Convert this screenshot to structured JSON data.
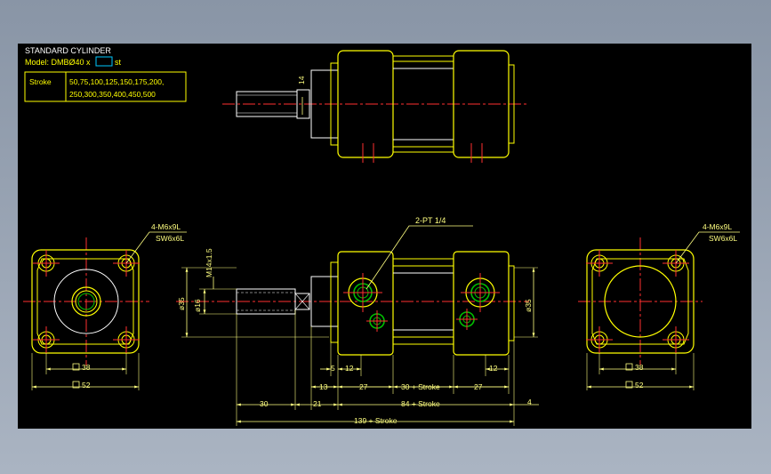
{
  "title_block": {
    "title": "STANDARD  CYLINDER",
    "model_prefix": "Model: DMBØ40 x",
    "model_suffix": "st",
    "stroke_label": "Stroke",
    "stroke_values_line1": "50,75,100,125,150,175,200,",
    "stroke_values_line2": "250,300,350,400,450,500"
  },
  "callouts": {
    "mount_left_line1": "4-M6x9L",
    "mount_left_line2": "SW6x6L",
    "mount_right_line1": "4-M6x9L",
    "mount_right_line2": "SW6x6L",
    "port": "2-PT 1/4"
  },
  "dimensions": {
    "top_rod_offset": "14",
    "thread": "M14x1.5",
    "dia_35_left": "ø35",
    "dia_16": "ø16",
    "dia_35_right": "ø35",
    "sq38_left": "38",
    "sq52_left": "52",
    "sq38_right": "38",
    "sq52_right": "52",
    "d5": "5",
    "d12_left": "12",
    "d12_right": "12",
    "d13": "13",
    "d27_left": "27",
    "d30_stroke": "30 + Stroke",
    "d27_right": "27",
    "d30": "30",
    "d21": "21",
    "d84_stroke": "84 + Stroke",
    "d4": "4",
    "d139_stroke": "139 + Stroke"
  },
  "colors": {
    "background": "#000000",
    "frame": "#8995a6",
    "outline": "#ffff00",
    "dimension": "#ffff80",
    "centerline": "#ff3030",
    "hidden": "#00c000",
    "text_white": "#ffffff"
  }
}
